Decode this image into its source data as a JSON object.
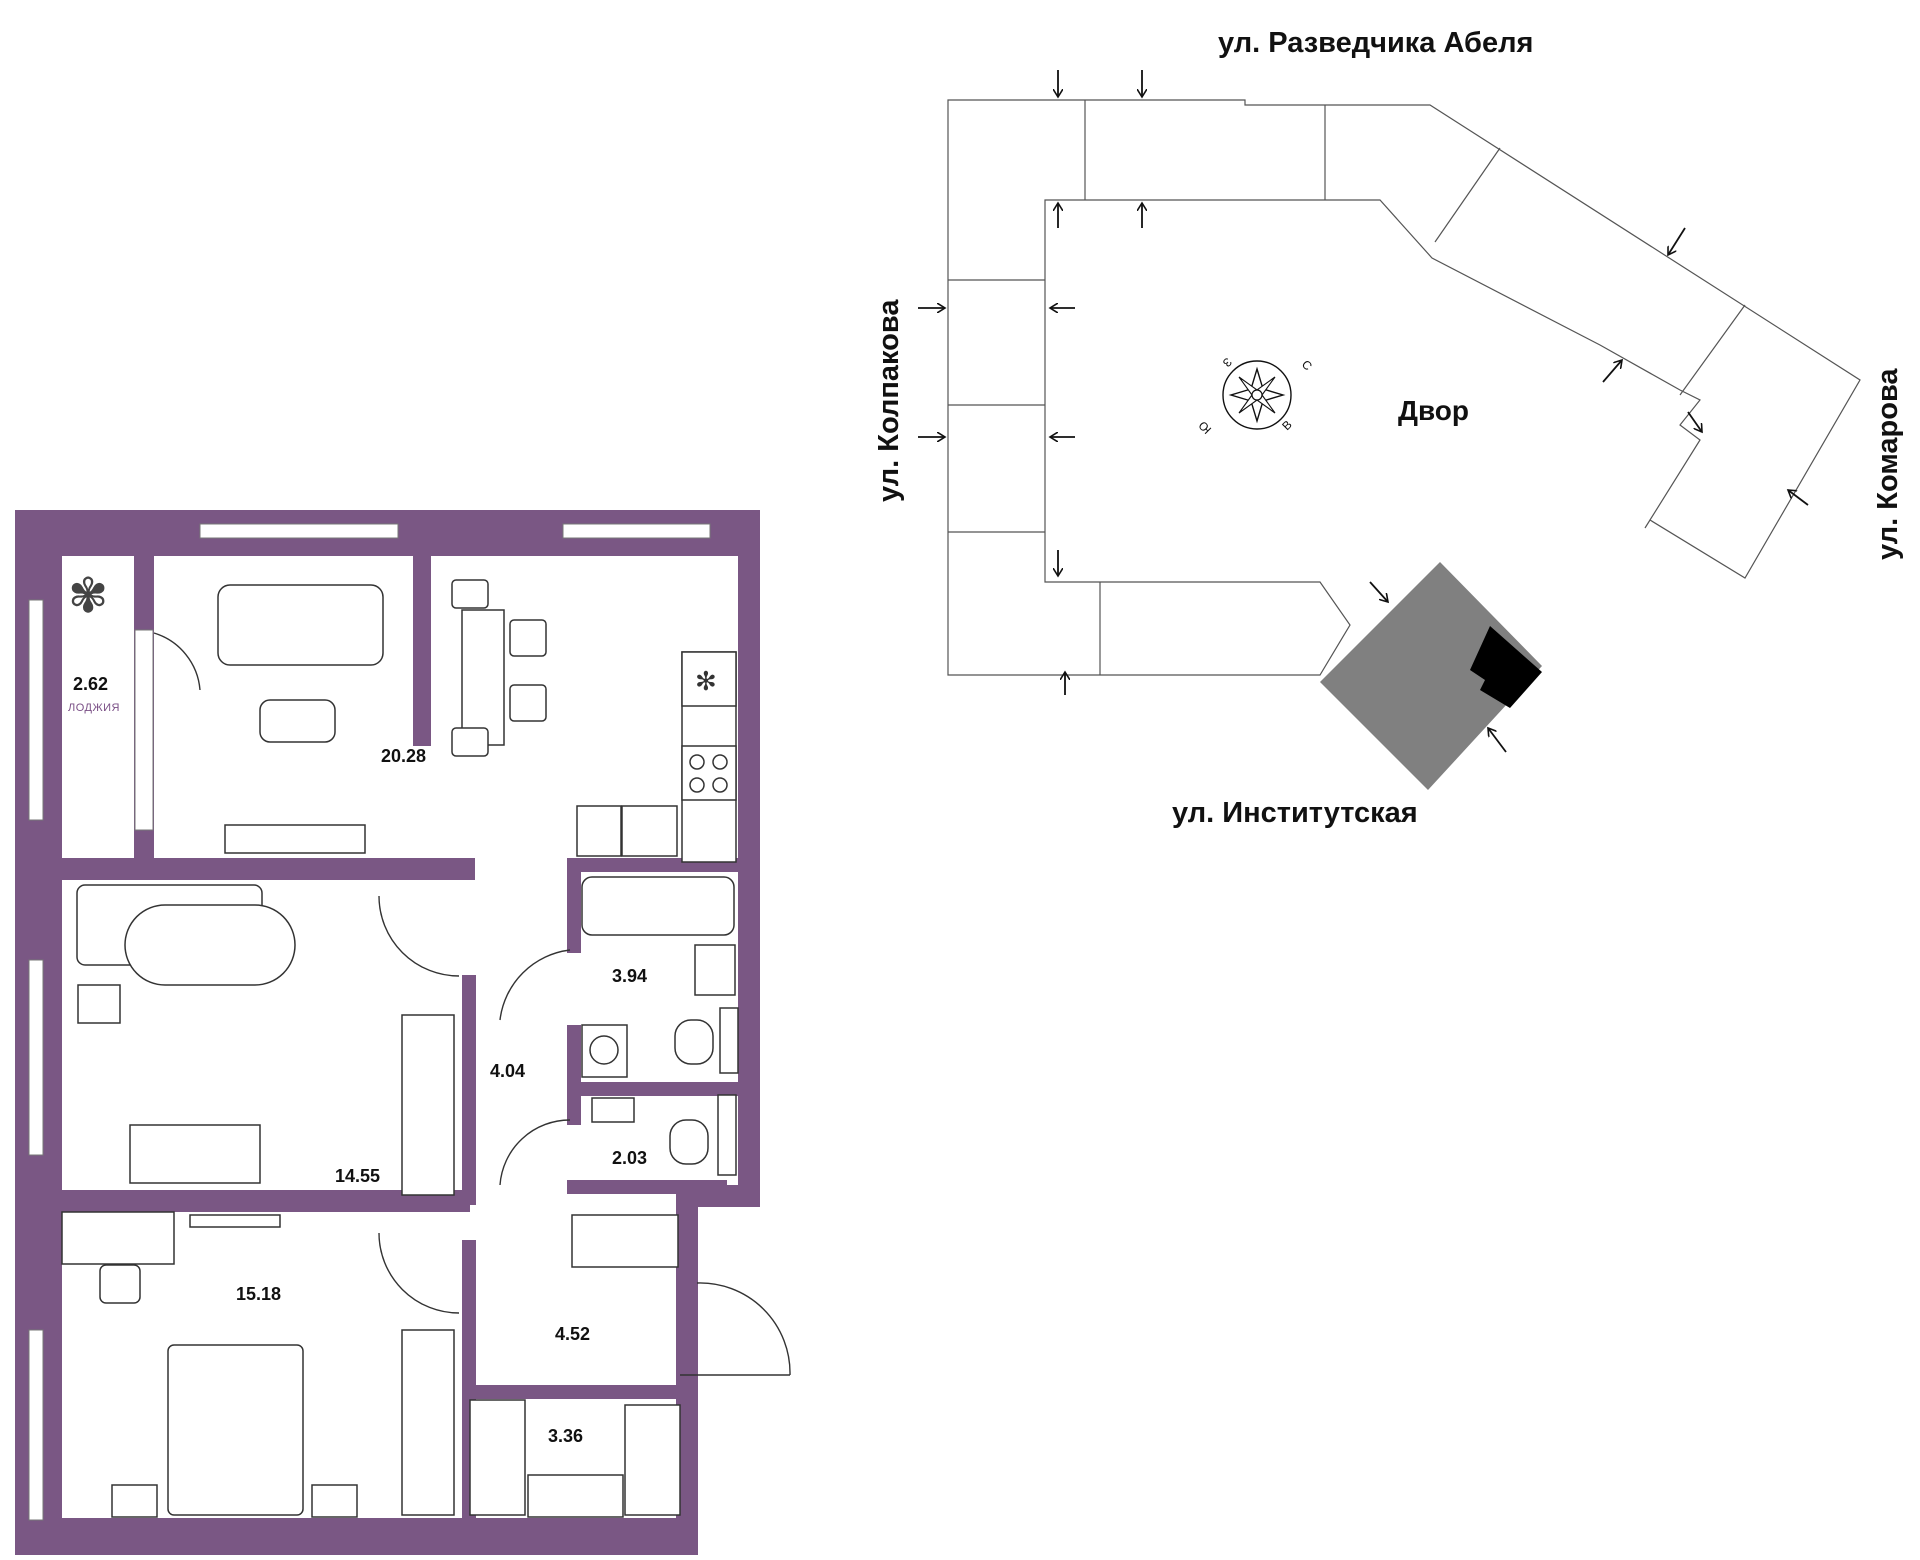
{
  "site_plan": {
    "streets": {
      "north": "ул. Разведчика Абеля",
      "west": "ул. Колпакова",
      "east": "ул. Комарова",
      "south": "ул. Институтская"
    },
    "courtyard_label": "Двор",
    "compass": {
      "north": "С",
      "east": "В",
      "south": "Ю",
      "west": "З"
    },
    "highlight_color": "#808080",
    "apartment_marker_color": "#000000"
  },
  "floor_plan": {
    "wall_color": "#7a5784",
    "rooms": {
      "loggia_area": "2.62",
      "loggia_label": "ЛОДЖИЯ",
      "living_kitchen_area": "20.28",
      "bedroom_1_area": "14.55",
      "bedroom_2_area": "15.18",
      "corridor_area": "4.04",
      "bathroom_area": "3.94",
      "toilet_area": "2.03",
      "hall_area": "4.52",
      "wardrobe_area": "3.36"
    }
  }
}
